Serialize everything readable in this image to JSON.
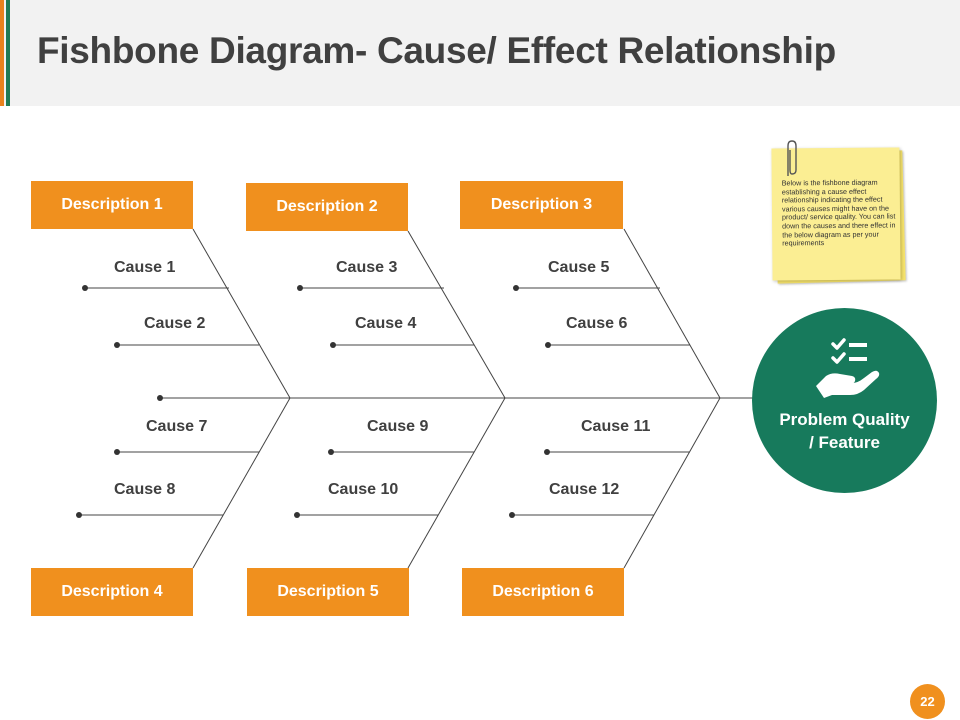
{
  "header": {
    "title": "Fishbone Diagram- Cause/ Effect Relationship"
  },
  "descriptions": {
    "d1": "Description 1",
    "d2": "Description 2",
    "d3": "Description 3",
    "d4": "Description 4",
    "d5": "Description 5",
    "d6": "Description 6"
  },
  "causes": {
    "c1": "Cause 1",
    "c2": "Cause 2",
    "c3": "Cause 3",
    "c4": "Cause 4",
    "c5": "Cause 5",
    "c6": "Cause 6",
    "c7": "Cause 7",
    "c8": "Cause 8",
    "c9": "Cause 9",
    "c10": "Cause 10",
    "c11": "Cause 11",
    "c12": "Cause 12"
  },
  "note": {
    "text": "Below is the fishbone diagram establishing a cause effect relationship indicating the effect various causes might have on the product/ service quality. You can list down the causes and there effect in the below diagram as per your requirements"
  },
  "effect": {
    "label_line1": "Problem Quality",
    "label_line2": "/ Feature",
    "icon": "checklist-hand-icon"
  },
  "page": {
    "number": "22"
  },
  "colors": {
    "accent_orange": "#f0901e",
    "accent_green": "#177a5c",
    "note_yellow": "#fbee93"
  }
}
